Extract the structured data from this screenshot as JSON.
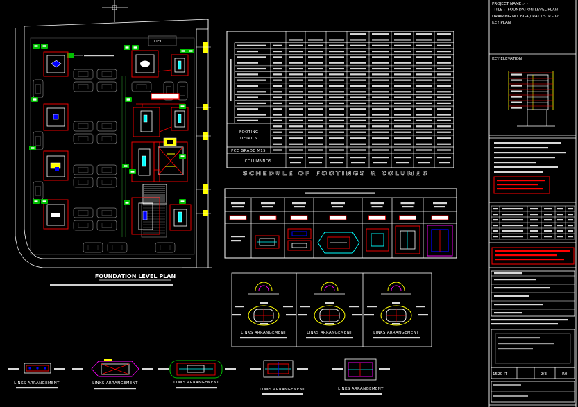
{
  "title_block": {
    "project_name": "PROJECT NAME :-  -",
    "title": "TITLE :-  FOUNDATION LEVEL PLAN",
    "drawing_no": "DRAWING NO. BGA / RAT / STR -02",
    "key_plan": "KEY PLAN",
    "key_elevation": "KEY ELEVATION",
    "footer": {
      "scale": "1520 IT",
      "dash": "-",
      "sheet": "2/3",
      "rev": "R0"
    }
  },
  "plan": {
    "title": "FOUNDATION LEVEL PLAN",
    "lift_label": "LIFT"
  },
  "schedule": {
    "title": "SCHEDULE OF FOOTINGS & COLUMNS",
    "footing_details_line1": "FOOTING",
    "footing_details_line2": "DETAILS",
    "pcc_grade": "PCC GRADE M15",
    "column_nos": "COLUMNNOS"
  },
  "links": {
    "label": "LINKS ARRANGEMENT"
  },
  "colors": {
    "background": "#000000",
    "line": "#ffffff",
    "footing": "#ff0000",
    "tag": "#00c000",
    "dimension": "#ffff00",
    "rebar_cyan": "#00ffff",
    "rebar_magenta": "#ff00ff",
    "rebar_blue": "#0000ff",
    "parking": "#7f7f7f"
  }
}
